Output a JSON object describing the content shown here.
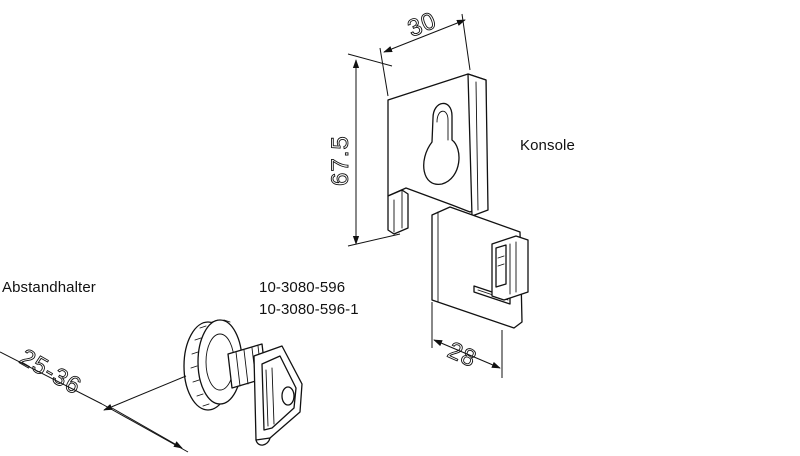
{
  "labels": {
    "konsole": "Konsole",
    "abstandhalter": "Abstandhalter",
    "part_number_1": "10-3080-596",
    "part_number_2": "10-3080-596-1"
  },
  "dimensions": {
    "top_width": "30",
    "height": "67.5",
    "bottom_width": "28",
    "spacer_range": "25-36"
  }
}
